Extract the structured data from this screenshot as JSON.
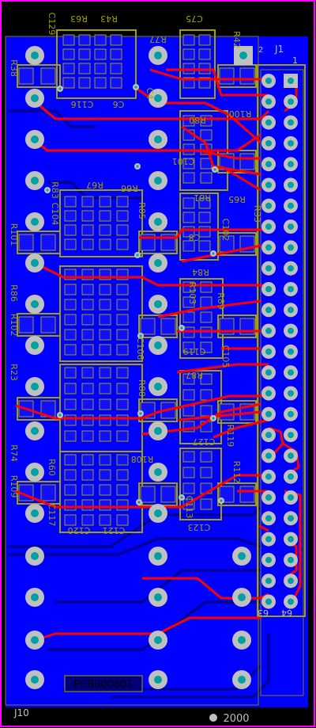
{
  "board": {
    "id": "PCB000801",
    "year": "2000",
    "corner_label": "J10",
    "connector_label": "J1",
    "pin_one": "1",
    "pin_last": "64",
    "pin_right": "2",
    "pin_bottom_left": "63"
  },
  "colors": {
    "background": "#000000",
    "copper_bottom": "#0000ff",
    "copper_top": "#ff0000",
    "silkscreen": "#ffff00",
    "overlay": "#808000",
    "mechanical": "#ff00ff",
    "pad": "#c0c0c0",
    "hole": "#00a0a0"
  },
  "labels": [
    {
      "id": "c75",
      "text": "C75"
    },
    {
      "id": "r63",
      "text": "R63"
    },
    {
      "id": "r43",
      "text": "R43"
    },
    {
      "id": "c129",
      "text": "C129"
    },
    {
      "id": "r38",
      "text": "R38"
    },
    {
      "id": "r77",
      "text": "R77"
    },
    {
      "id": "c116",
      "text": "C116"
    },
    {
      "id": "c6",
      "text": "C6"
    },
    {
      "id": "c4",
      "text": "C4"
    },
    {
      "id": "r42",
      "text": "R42"
    },
    {
      "id": "r100",
      "text": "R100"
    },
    {
      "id": "r80",
      "text": "R80"
    },
    {
      "id": "c101",
      "text": "C101"
    },
    {
      "id": "r67",
      "text": "R67"
    },
    {
      "id": "r66",
      "text": "R66"
    },
    {
      "id": "r101",
      "text": "R101"
    },
    {
      "id": "r65",
      "text": "R65"
    },
    {
      "id": "r81",
      "text": "R81"
    },
    {
      "id": "c104",
      "text": "C104"
    },
    {
      "id": "r83",
      "text": "R83"
    },
    {
      "id": "r85",
      "text": "R85"
    },
    {
      "id": "c102",
      "text": "C102"
    },
    {
      "id": "c8",
      "text": "C8"
    },
    {
      "id": "r33",
      "text": "R33"
    },
    {
      "id": "r84",
      "text": "R84"
    },
    {
      "id": "r86",
      "text": "R86"
    },
    {
      "id": "r89",
      "text": "R89"
    },
    {
      "id": "r102",
      "text": "R102"
    },
    {
      "id": "c105",
      "text": "C105"
    },
    {
      "id": "c119",
      "text": "C119"
    },
    {
      "id": "r103",
      "text": "R103"
    },
    {
      "id": "r74",
      "text": "R74"
    },
    {
      "id": "r60",
      "text": "R60"
    },
    {
      "id": "r108",
      "text": "R108"
    },
    {
      "id": "c106",
      "text": "C106"
    },
    {
      "id": "c123",
      "text": "C123"
    },
    {
      "id": "c120",
      "text": "C120"
    },
    {
      "id": "c121",
      "text": "C121"
    },
    {
      "id": "c127",
      "text": "C127"
    },
    {
      "id": "r88",
      "text": "R88"
    },
    {
      "id": "r87",
      "text": "R87"
    },
    {
      "id": "r23",
      "text": "R23"
    },
    {
      "id": "r109",
      "text": "R109"
    },
    {
      "id": "c117",
      "text": "C117"
    },
    {
      "id": "c113",
      "text": "C113"
    },
    {
      "id": "r112",
      "text": "R112"
    },
    {
      "id": "r119",
      "text": "R119"
    }
  ]
}
